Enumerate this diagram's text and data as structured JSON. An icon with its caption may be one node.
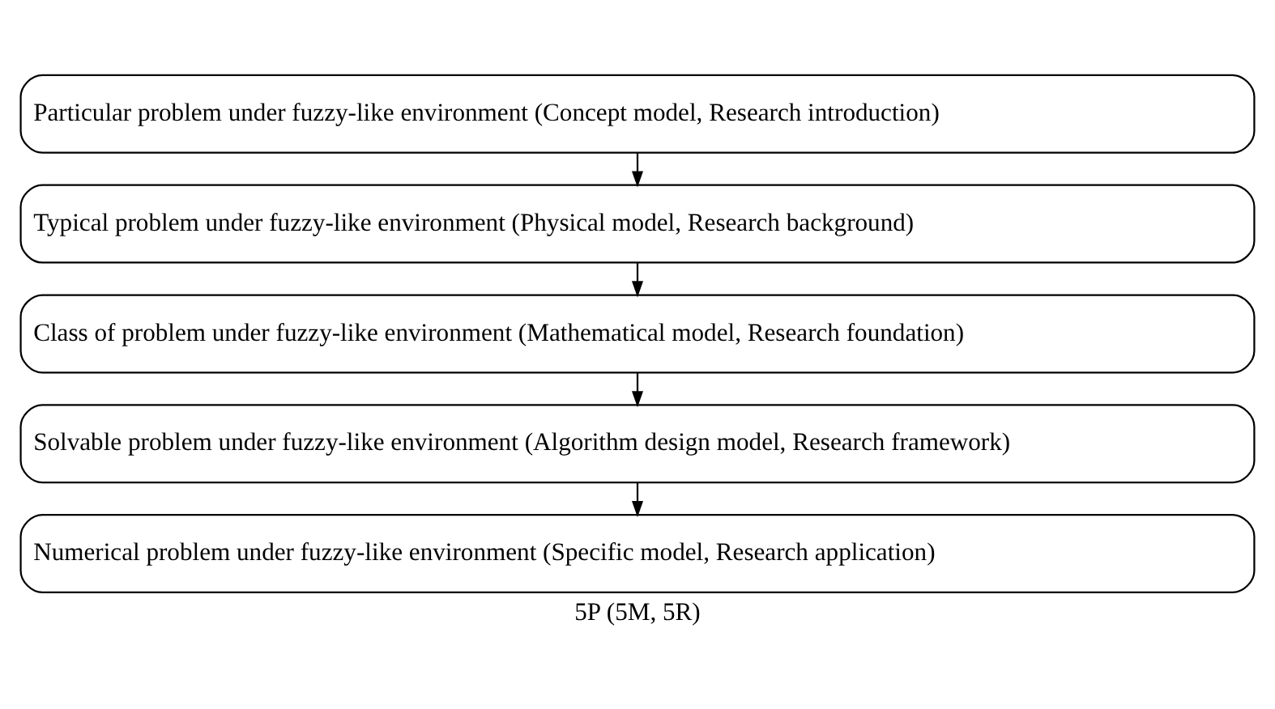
{
  "diagram": {
    "caption": "5P (5M, 5R)",
    "nodes": [
      {
        "text": [
          "Particular problem under fuzzy-like environment (Concept model, Research introduction)"
        ]
      },
      {
        "text": [
          "Typical problem under fuzzy-like environment (Physical model, Research background)"
        ]
      },
      {
        "text": [
          "Class of problem under fuzzy-like environment (Mathematical model, Research foundation)"
        ]
      },
      {
        "text": [
          "Solvable problem under fuzzy-like environment (Algorithm design model, Research framework)"
        ]
      },
      {
        "text": [
          "Numerical problem under fuzzy-like environment (Specific model, Research application)"
        ]
      }
    ],
    "edges": [
      {
        "from": 0,
        "to": 1,
        "arrow": "to"
      },
      {
        "from": 1,
        "to": 2,
        "arrow": "to"
      },
      {
        "from": 2,
        "to": 3,
        "arrow": "to"
      },
      {
        "from": 3,
        "to": 4,
        "arrow": "to"
      }
    ]
  }
}
